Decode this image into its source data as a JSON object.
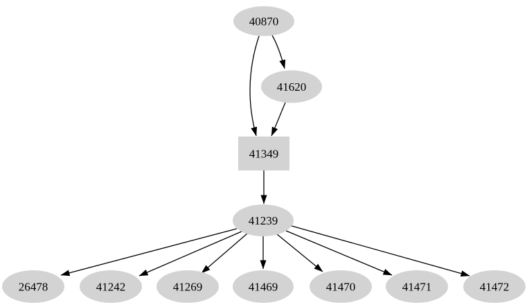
{
  "graph": {
    "background_color": "#ffffff",
    "node_fill_color": "#d3d3d3",
    "edge_color": "#000000",
    "text_color": "#000000",
    "nodes": [
      {
        "id": "40870",
        "label": "40870",
        "shape": "ellipse"
      },
      {
        "id": "41620",
        "label": "41620",
        "shape": "ellipse"
      },
      {
        "id": "41349",
        "label": "41349",
        "shape": "box"
      },
      {
        "id": "41239",
        "label": "41239",
        "shape": "ellipse"
      },
      {
        "id": "26478",
        "label": "26478",
        "shape": "ellipse"
      },
      {
        "id": "41242",
        "label": "41242",
        "shape": "ellipse"
      },
      {
        "id": "41269",
        "label": "41269",
        "shape": "ellipse"
      },
      {
        "id": "41469",
        "label": "41469",
        "shape": "ellipse"
      },
      {
        "id": "41470",
        "label": "41470",
        "shape": "ellipse"
      },
      {
        "id": "41471",
        "label": "41471",
        "shape": "ellipse"
      },
      {
        "id": "41472",
        "label": "41472",
        "shape": "ellipse"
      }
    ],
    "edges": [
      {
        "from": "40870",
        "to": "41620"
      },
      {
        "from": "40870",
        "to": "41349"
      },
      {
        "from": "41620",
        "to": "41349"
      },
      {
        "from": "41349",
        "to": "41239"
      },
      {
        "from": "41239",
        "to": "26478"
      },
      {
        "from": "41239",
        "to": "41242"
      },
      {
        "from": "41239",
        "to": "41269"
      },
      {
        "from": "41239",
        "to": "41469"
      },
      {
        "from": "41239",
        "to": "41470"
      },
      {
        "from": "41239",
        "to": "41471"
      },
      {
        "from": "41239",
        "to": "41472"
      }
    ]
  }
}
